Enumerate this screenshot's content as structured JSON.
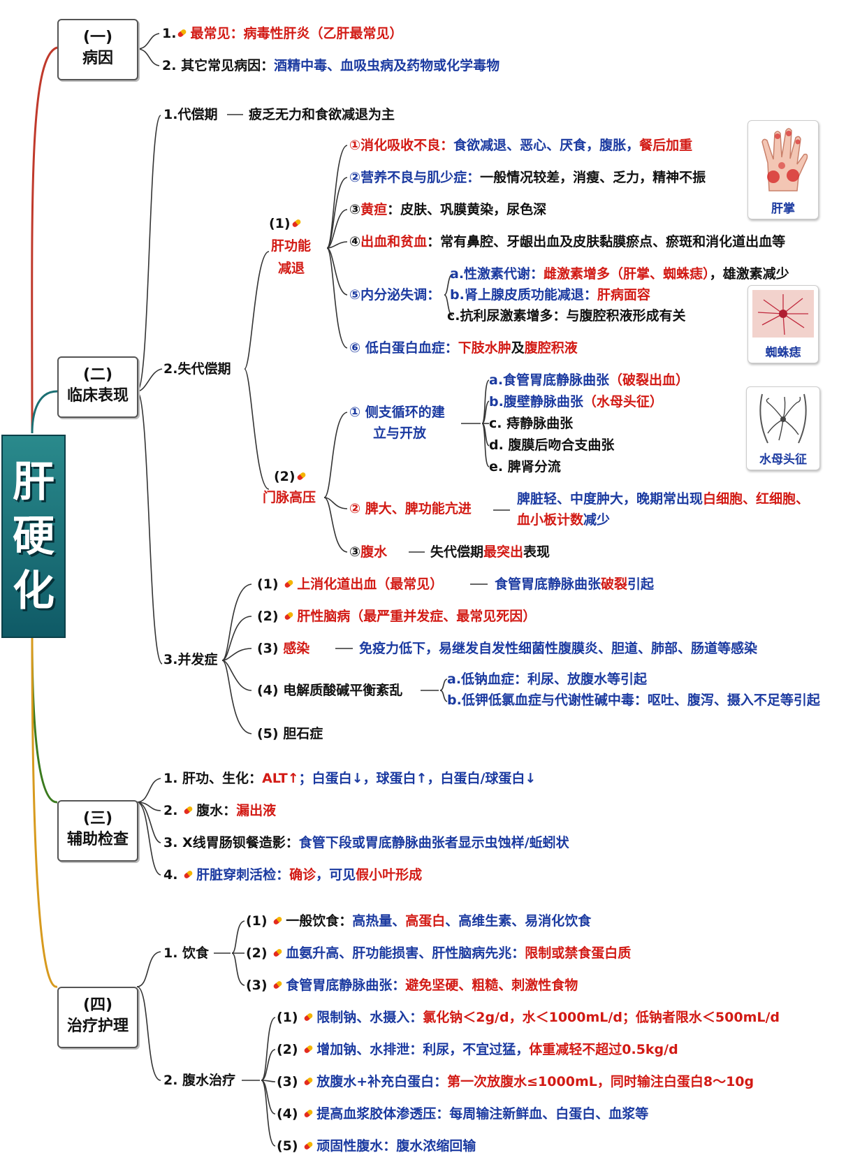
{
  "title_chars": [
    "肝",
    "硬",
    "化"
  ],
  "sections": {
    "s1": {
      "num": "(一)",
      "name": "病因"
    },
    "s2": {
      "num": "(二)",
      "name": "临床表现"
    },
    "s3": {
      "num": "(三)",
      "name": "辅助检查"
    },
    "s4": {
      "num": "(四)",
      "name": "治疗护理"
    }
  },
  "etiology": {
    "i1_num": "1.",
    "i1_label": "最常见：",
    "i1_value": "病毒性肝炎（乙肝最常见）",
    "i2_num": "2.",
    "i2_label": "其它常见病因：",
    "i2_value": "酒精中毒、血吸虫病及药物或化学毒物"
  },
  "clinical": {
    "compensated": "1.代偿期",
    "compensated_desc": "疲乏无力和食欲减退为主",
    "decompensated": "2.失代偿期",
    "liver_func_num": "(1)",
    "liver_func_label1": "肝功能",
    "liver_func_label2": "减退",
    "lf1_label": "①消化吸收不良：",
    "lf1_a": "食欲减退、恶心、厌食，腹胀，",
    "lf1_b": "餐后加重",
    "lf2_label": "②营养不良与肌少症：",
    "lf2_desc": "一般情况较差，消瘦、乏力，精神不振",
    "lf3_num": "③",
    "lf3_label": "黄疸",
    "lf3_desc": "：皮肤、巩膜黄染，尿色深",
    "lf4_num": "④",
    "lf4_label": "出血和贫血",
    "lf4_desc": "：常有鼻腔、牙龈出血及皮肤黏膜瘀点、瘀斑和消化道出血等",
    "lf5_label": "⑤内分泌失调：",
    "lf5a_label": "a.性激素代谢：",
    "lf5a_red": "雌激素增多（肝掌、蜘蛛痣）",
    "lf5a_tail": "，雄激素减少",
    "lf5b_label": "b.肾上腺皮质功能减退：",
    "lf5b_red": "肝病面容",
    "lf5c": "c.抗利尿激素增多：与腹腔积液形成有关",
    "lf6_label": "⑥ 低白蛋白血症：",
    "lf6_red1": "下肢水肿",
    "lf6_mid": "及",
    "lf6_red2": "腹腔积液",
    "portal_num": "(2)",
    "portal_label": "门脉高压",
    "p1_line1": "① 侧支循环的建",
    "p1_line2": "立与开放",
    "p1a_label": "a.食管胃底静脉曲张",
    "p1a_red": "（破裂出血）",
    "p1b_label": "b.腹壁静脉曲张",
    "p1b_red": "（水母头征）",
    "p1c": "c. 痔静脉曲张",
    "p1d": "d. 腹膜后吻合支曲张",
    "p1e": "e. 脾肾分流",
    "p2_label": "② 脾大、脾功能亢进",
    "p2_line1_a": "脾脏轻、中度肿大，晚期常出现",
    "p2_line1_red": "白细胞、红细胞、",
    "p2_line2_red": "血小板计数",
    "p2_line2_b": "减少",
    "p3_num": "③",
    "p3_label": "腹水",
    "p3_a": "失代偿期",
    "p3_red": "最突出",
    "p3_b": "表现",
    "complications": "3.并发症",
    "c1_num": "(1)",
    "c1_label": "上消化道出血（最常见）",
    "c1_a": "食管胃底静脉曲张",
    "c1_red": "破裂",
    "c1_b": "引起",
    "c2_num": "(2)",
    "c2_label": "肝性脑病",
    "c2_red": "（最严重并发症、最常见死因）",
    "c3_num": "(3)",
    "c3_label": "感染",
    "c3_desc": "免疫力低下，易继发自发性细菌性腹膜炎、胆道、肺部、肠道等感染",
    "c4_num": "(4)",
    "c4_label": "电解质酸碱平衡紊乱",
    "c4a": "a.低钠血症：利尿、放腹水等引起",
    "c4b": "b.低钾低氯血症与代谢性碱中毒：呕吐、腹泻、摄入不足等引起",
    "c5_num": "(5)",
    "c5_label": "胆石症"
  },
  "exams": {
    "e1_label": "1. 肝功、生化：",
    "e1_red": "ALT↑",
    "e1_tail": "；白蛋白↓，球蛋白↑，白蛋白/球蛋白↓",
    "e2_num": "2.",
    "e2_label": "腹水：",
    "e2_red": "漏出液",
    "e3_label": "3. X线胃肠钡餐造影：",
    "e3_desc": "食管下段或胃底静脉曲张者显示虫蚀样/蚯蚓状",
    "e4_num": "4.",
    "e4_label": "肝脏穿刺活检：",
    "e4_red": "确诊",
    "e4_mid": "，可见",
    "e4_red2": "假小叶形成"
  },
  "treatment": {
    "diet": "1. 饮食",
    "d1_num": "(1)",
    "d1_label": "一般饮食：",
    "d1_a": "高热量、",
    "d1_red": "高蛋白",
    "d1_b": "、高维生素、易消化饮食",
    "d2_num": "(2)",
    "d2_label": "血氨升高、肝功能损害、肝性脑病先兆：",
    "d2_red": "限制或禁食蛋白质",
    "d3_num": "(3)",
    "d3_label": "食管胃底静脉曲张：",
    "d3_red": "避免坚硬、粗糙、刺激性食物",
    "ascites": "2. 腹水治疗",
    "a1_num": "(1)",
    "a1_label": "限制钠、水摄入：",
    "a1_red": "氯化钠＜2g/d，水＜1000mL/d；低钠者限水＜500mL/d",
    "a2_num": "(2)",
    "a2_label": "增加钠、水排泄：",
    "a2_a": "利尿，不宜过猛，",
    "a2_red": "体重减轻不超过0.5kg/d",
    "a3_num": "(3)",
    "a3_label": "放腹水+补充白蛋白：",
    "a3_red": "第一次放腹水≤1000mL，同时输注白蛋白8～10g",
    "a4_num": "(4)",
    "a4_label": "提高血浆胶体渗透压：",
    "a4_desc": "每周输注新鲜血、白蛋白、血浆等",
    "a5_num": "(5)",
    "a5_label": "顽固性腹水：",
    "a5_desc": "腹水浓缩回输"
  },
  "images": {
    "palm": "肝掌",
    "spider": "蜘蛛痣",
    "medusa": "水母头征"
  },
  "colors": {
    "title_bg": "#1f7a80",
    "red": "#d21a14",
    "blue": "#1b3aa0",
    "branch_red": "#c0392b",
    "branch_teal": "#1b6f73",
    "branch_green": "#3b7a1e",
    "branch_gold": "#d79a1e"
  }
}
